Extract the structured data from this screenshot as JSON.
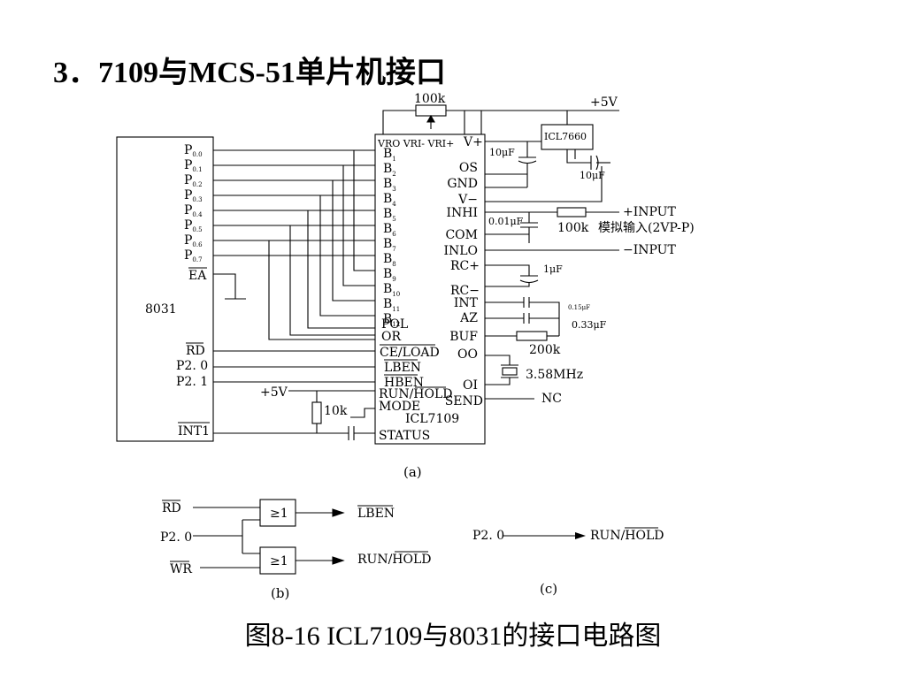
{
  "title": "3．7109与MCS-51单片机接口",
  "caption": "图8-16   ICL7109与8031的接口电路图",
  "part_a": {
    "label": "(a)",
    "mcu": {
      "name": "8031",
      "p0": [
        "P0.0",
        "P0.1",
        "P0.2",
        "P0.3",
        "P0.4",
        "P0.5",
        "P0.6",
        "P0.7"
      ],
      "ea": "EA",
      "rd": "RD",
      "p20": "P2. 0",
      "p21": "P2. 1",
      "int1": "INT1"
    },
    "chip": {
      "name": "ICL7109",
      "top_pins": "VRO VRI- VRI+",
      "vplus": "V+",
      "b_pins": [
        "B1",
        "B2",
        "B3",
        "B4",
        "B5",
        "B6",
        "B7",
        "B8",
        "B9",
        "B10",
        "B11",
        "B12"
      ],
      "pol": "POL",
      "or": "OR",
      "ce_load": "CE/LOAD",
      "lben": "LBEN",
      "hben": "HBEN",
      "run_hold": "RUN/HOLD",
      "mode": "MODE",
      "status": "STATUS",
      "right_pins": [
        "OS",
        "GND",
        "V−",
        "INHI",
        "COM",
        "INLO",
        "RC+",
        "RC−",
        "INT",
        "AZ",
        "BUF",
        "OO",
        "OI",
        "SEND"
      ]
    },
    "pot": "100k",
    "vcc": "+5V",
    "vcc_run": "+5V",
    "icl7660": "ICL7660",
    "cap_os": "10μF",
    "cap_7660": "10μF",
    "cap_com": "0.01μF",
    "res_in": "100k",
    "in_plus": "+INPUT",
    "analog_in": "模拟输入(2VP-P)",
    "in_minus": "−INPUT",
    "cap_rc": "1μF",
    "cap_int": "0.15μF",
    "cap_az": "0.33μF",
    "res_buf": "200k",
    "crystal": "3.58MHz",
    "res_mode": "10k",
    "nc": "NC"
  },
  "part_b": {
    "label": "(b)",
    "in_rd": "RD",
    "in_p20": "P2. 0",
    "in_wr": "WR",
    "gate1": "≥1",
    "gate2": "≥1",
    "out1": "LBEN",
    "out2": "RUN/HOLD"
  },
  "part_c": {
    "label": "(c)",
    "src": "P2. 0",
    "dst": "RUN/HOLD"
  }
}
